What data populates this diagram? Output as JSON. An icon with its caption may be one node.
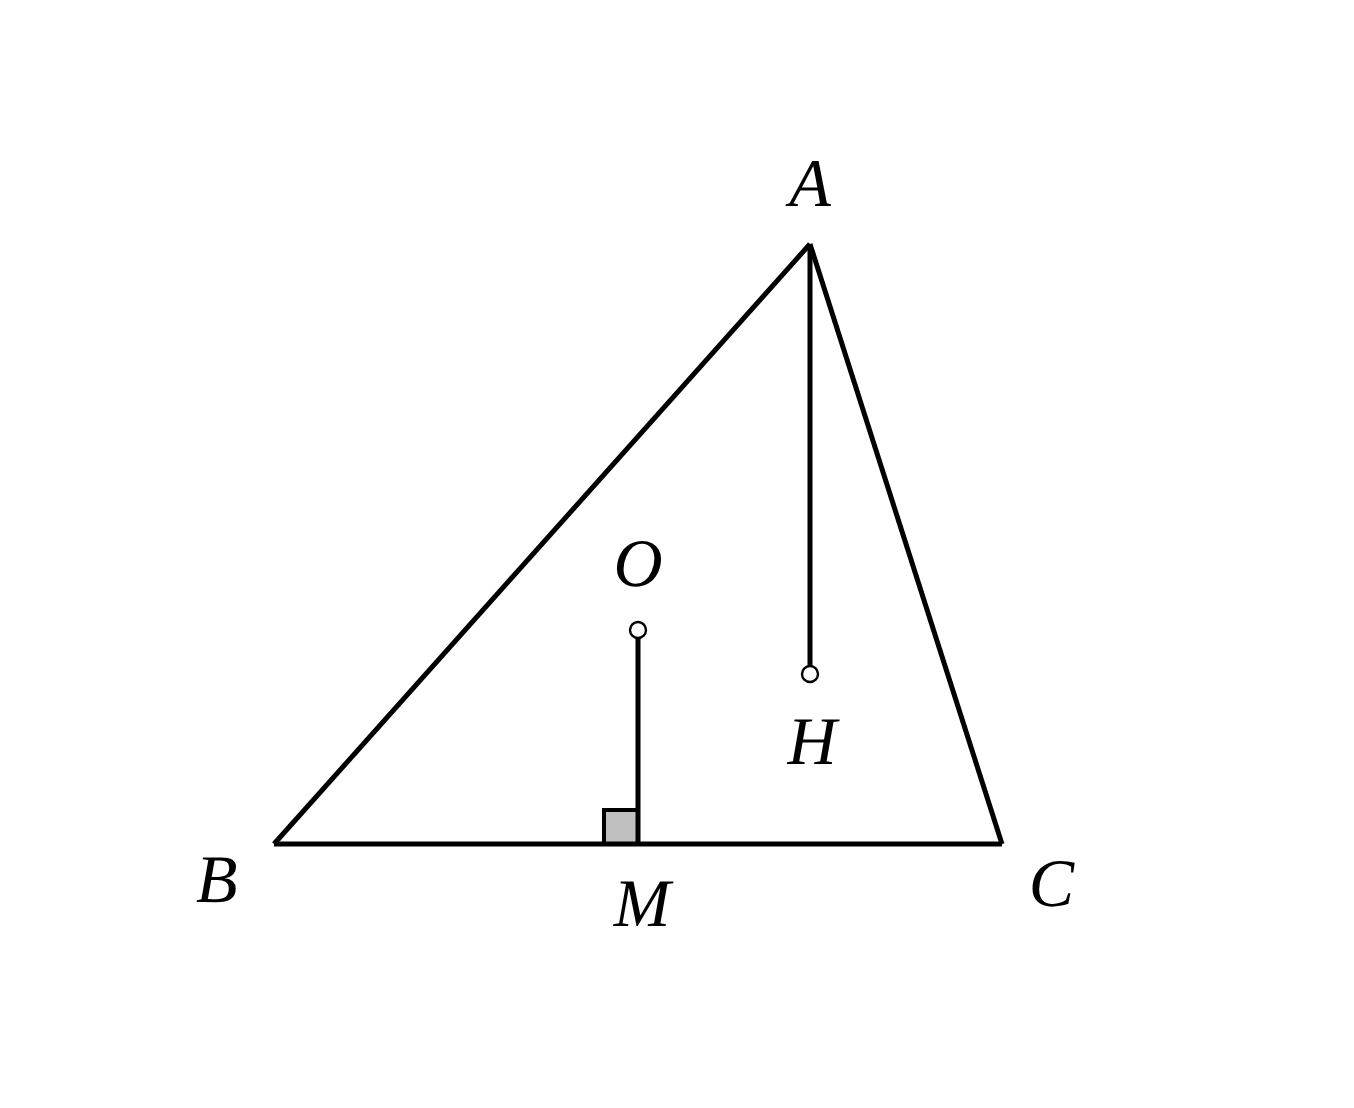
{
  "diagram": {
    "nodes": [
      {
        "text": [
          "A"
        ]
      },
      {
        "text": [
          "B"
        ]
      },
      {
        "text": [
          "C"
        ]
      },
      {
        "text": [
          "O"
        ]
      },
      {
        "text": [
          "H"
        ]
      },
      {
        "text": [
          "M"
        ]
      }
    ],
    "edges": [
      {
        "from": 0,
        "to": 1,
        "arrow": "none"
      },
      {
        "from": 0,
        "to": 2,
        "arrow": "none"
      },
      {
        "from": 1,
        "to": 2,
        "arrow": "none"
      },
      {
        "from": 0,
        "to": 4,
        "arrow": "other"
      },
      {
        "from": 5,
        "to": 3,
        "arrow": "other"
      }
    ]
  }
}
